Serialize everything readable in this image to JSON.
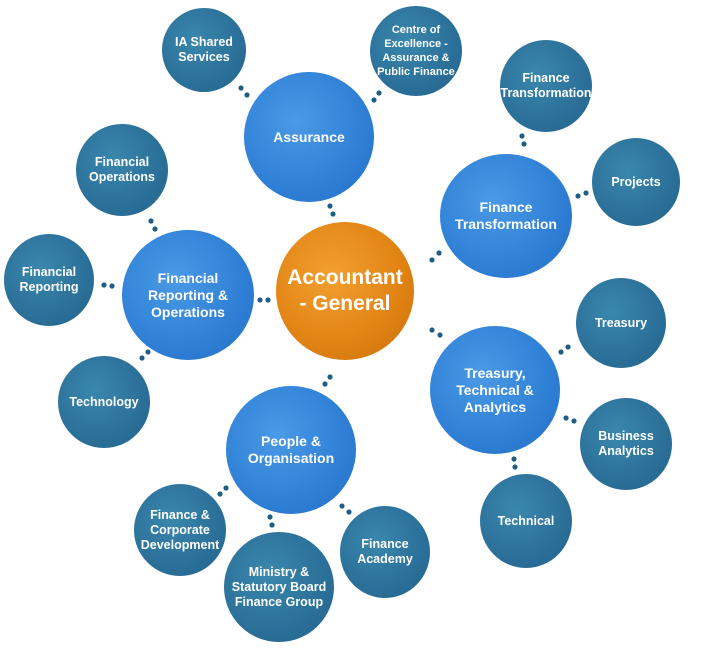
{
  "center": {
    "label": "Accountant\n- General"
  },
  "primary": {
    "assurance": "Assurance",
    "finance_transformation": "Finance\nTransformation",
    "financial_reporting_operations": "Financial\nReporting &\nOperations",
    "people_organisation": "People &\nOrganisation",
    "treasury_technical_analytics": "Treasury,\nTechnical &\nAnalytics"
  },
  "secondary": {
    "ia_shared_services": "IA Shared\nServices",
    "coe_assurance_public_finance": "Centre of\nExcellence -\nAssurance &\nPublic Finance",
    "finance_transformation_sub": "Finance\nTransformation",
    "projects": "Projects",
    "financial_operations": "Financial\nOperations",
    "financial_reporting": "Financial\nReporting",
    "technology": "Technology",
    "treasury": "Treasury",
    "business_analytics": "Business\nAnalytics",
    "technical": "Technical",
    "finance_corporate_development": "Finance &\nCorporate\nDevelopment",
    "ministry_statutory_board": "Ministry &\nStatutory Board\nFinance Group",
    "finance_academy": "Finance\nAcademy"
  },
  "colors": {
    "center": "#e28515",
    "primary": "#2f7fd6",
    "secondary": "#2b7099",
    "connector": "#1f5f86"
  }
}
